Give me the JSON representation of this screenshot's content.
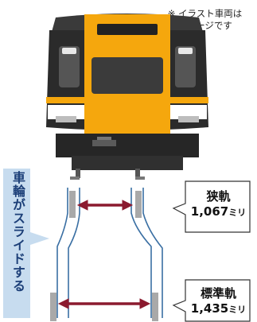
{
  "note": {
    "line1": "※ イラスト車両は",
    "line2": "イメージです"
  },
  "side_label": "車輪がスライドする",
  "narrow_gauge": {
    "name": "狭軌",
    "value": "1,067",
    "unit": "ミリ"
  },
  "standard_gauge": {
    "name": "標準軌",
    "value": "1,435",
    "unit": "ミリ"
  },
  "colors": {
    "train_body": "#2b2b2b",
    "train_orange": "#f5a70d",
    "arrow": "#8b1a2f",
    "rail": "#3a6fa3",
    "label_bg": "#c7dcef"
  }
}
